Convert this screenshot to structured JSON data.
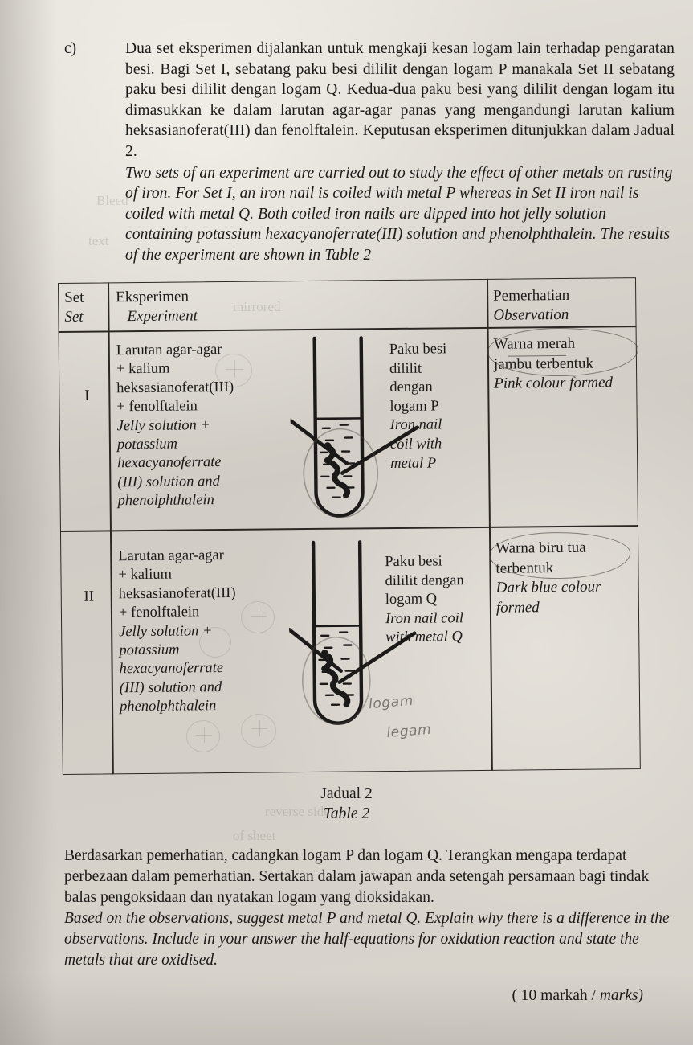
{
  "question": {
    "label": "c)",
    "malay": "Dua set eksperimen dijalankan untuk mengkaji kesan logam lain terhadap pengaratan besi. Bagi Set I, sebatang paku besi dililit dengan logam P manakala Set II sebatang paku besi dililit dengan logam Q. Kedua-dua paku besi yang dililit dengan logam itu dimasukkan ke dalam larutan agar-agar panas yang mengandungi larutan kalium heksasianoferat(III) dan fenolftalein. Keputusan eksperimen ditunjukkan dalam Jadual 2.",
    "english": "Two sets of an experiment are carried out to study the effect of other metals on rusting of iron. For Set I, an iron nail is coiled with metal P whereas in Set II iron nail is coiled with metal Q. Both coiled iron nails are dipped into hot jelly solution containing potassium hexacyanoferrate(III) solution and phenolphthalein. The results of the experiment are shown in Table 2"
  },
  "table": {
    "headers": {
      "set_my": "Set",
      "set_en": "Set",
      "experiment_my": "Eksperimen",
      "experiment_en": "Experiment",
      "observation_my": "Pemerhatian",
      "observation_en": "Observation"
    },
    "rows": [
      {
        "set": "I",
        "experiment_my": "Larutan agar-agar + kalium heksasianoferat(III) + fenolftalein",
        "experiment_my_lines": [
          "Larutan agar-agar",
          "+ kalium",
          "heksasianoferat(III)",
          "+  fenolftalein"
        ],
        "experiment_en_lines": [
          "Jelly solution +",
          "potassium",
          "hexacyanoferrate",
          "(III) solution and",
          "phenolphthalein"
        ],
        "diagram_label_my_lines": [
          "Paku besi",
          "dililit",
          "dengan",
          "logam P"
        ],
        "diagram_label_en_lines": [
          "Iron nail",
          "coil with",
          "metal P"
        ],
        "observation_my_lines": [
          "Warna merah",
          "jambu terbentuk"
        ],
        "observation_en_lines": [
          "Pink colour formed"
        ]
      },
      {
        "set": "II",
        "experiment_my": "Larutan agar-agar + kalium heksasianoferat(III) + fenolftalein",
        "experiment_my_lines": [
          "Larutan agar-agar",
          "+ kalium",
          "heksasianoferat(III)",
          "+  fenolftalein"
        ],
        "experiment_en_lines": [
          "Jelly solution +",
          "potassium",
          "hexacyanoferrate",
          "(III) solution and",
          "phenolphthalein"
        ],
        "diagram_label_my_lines": [
          "Paku besi",
          "dililit dengan",
          "logam Q"
        ],
        "diagram_label_en_lines": [
          "Iron nail coil",
          "with metal Q"
        ],
        "observation_my_lines": [
          "Warna biru tua",
          "terbentuk"
        ],
        "observation_en_lines": [
          "Dark blue colour",
          "formed"
        ]
      }
    ]
  },
  "caption": {
    "malay": "Jadual 2",
    "english": "Table 2"
  },
  "closing": {
    "malay": "Berdasarkan pemerhatian, cadangkan logam P dan logam Q. Terangkan mengapa terdapat perbezaan dalam pemerhatian. Sertakan dalam jawapan anda setengah persamaan bagi tindak balas pengoksidaan dan nyatakan logam yang dioksidakan.",
    "english": "Based on the observations, suggest metal P and metal Q. Explain why there is a difference in the observations. Include in your answer the half-equations for oxidation reaction and state the metals that are oxidised."
  },
  "marks": {
    "malay": "( 10 markah / ",
    "english": "marks)"
  },
  "annotations": {
    "handwriting_1": "logam",
    "handwriting_2": "legam"
  },
  "colors": {
    "paper": "#d0ccc5",
    "ink": "#1c1a18",
    "pencil": "#4a4640"
  }
}
